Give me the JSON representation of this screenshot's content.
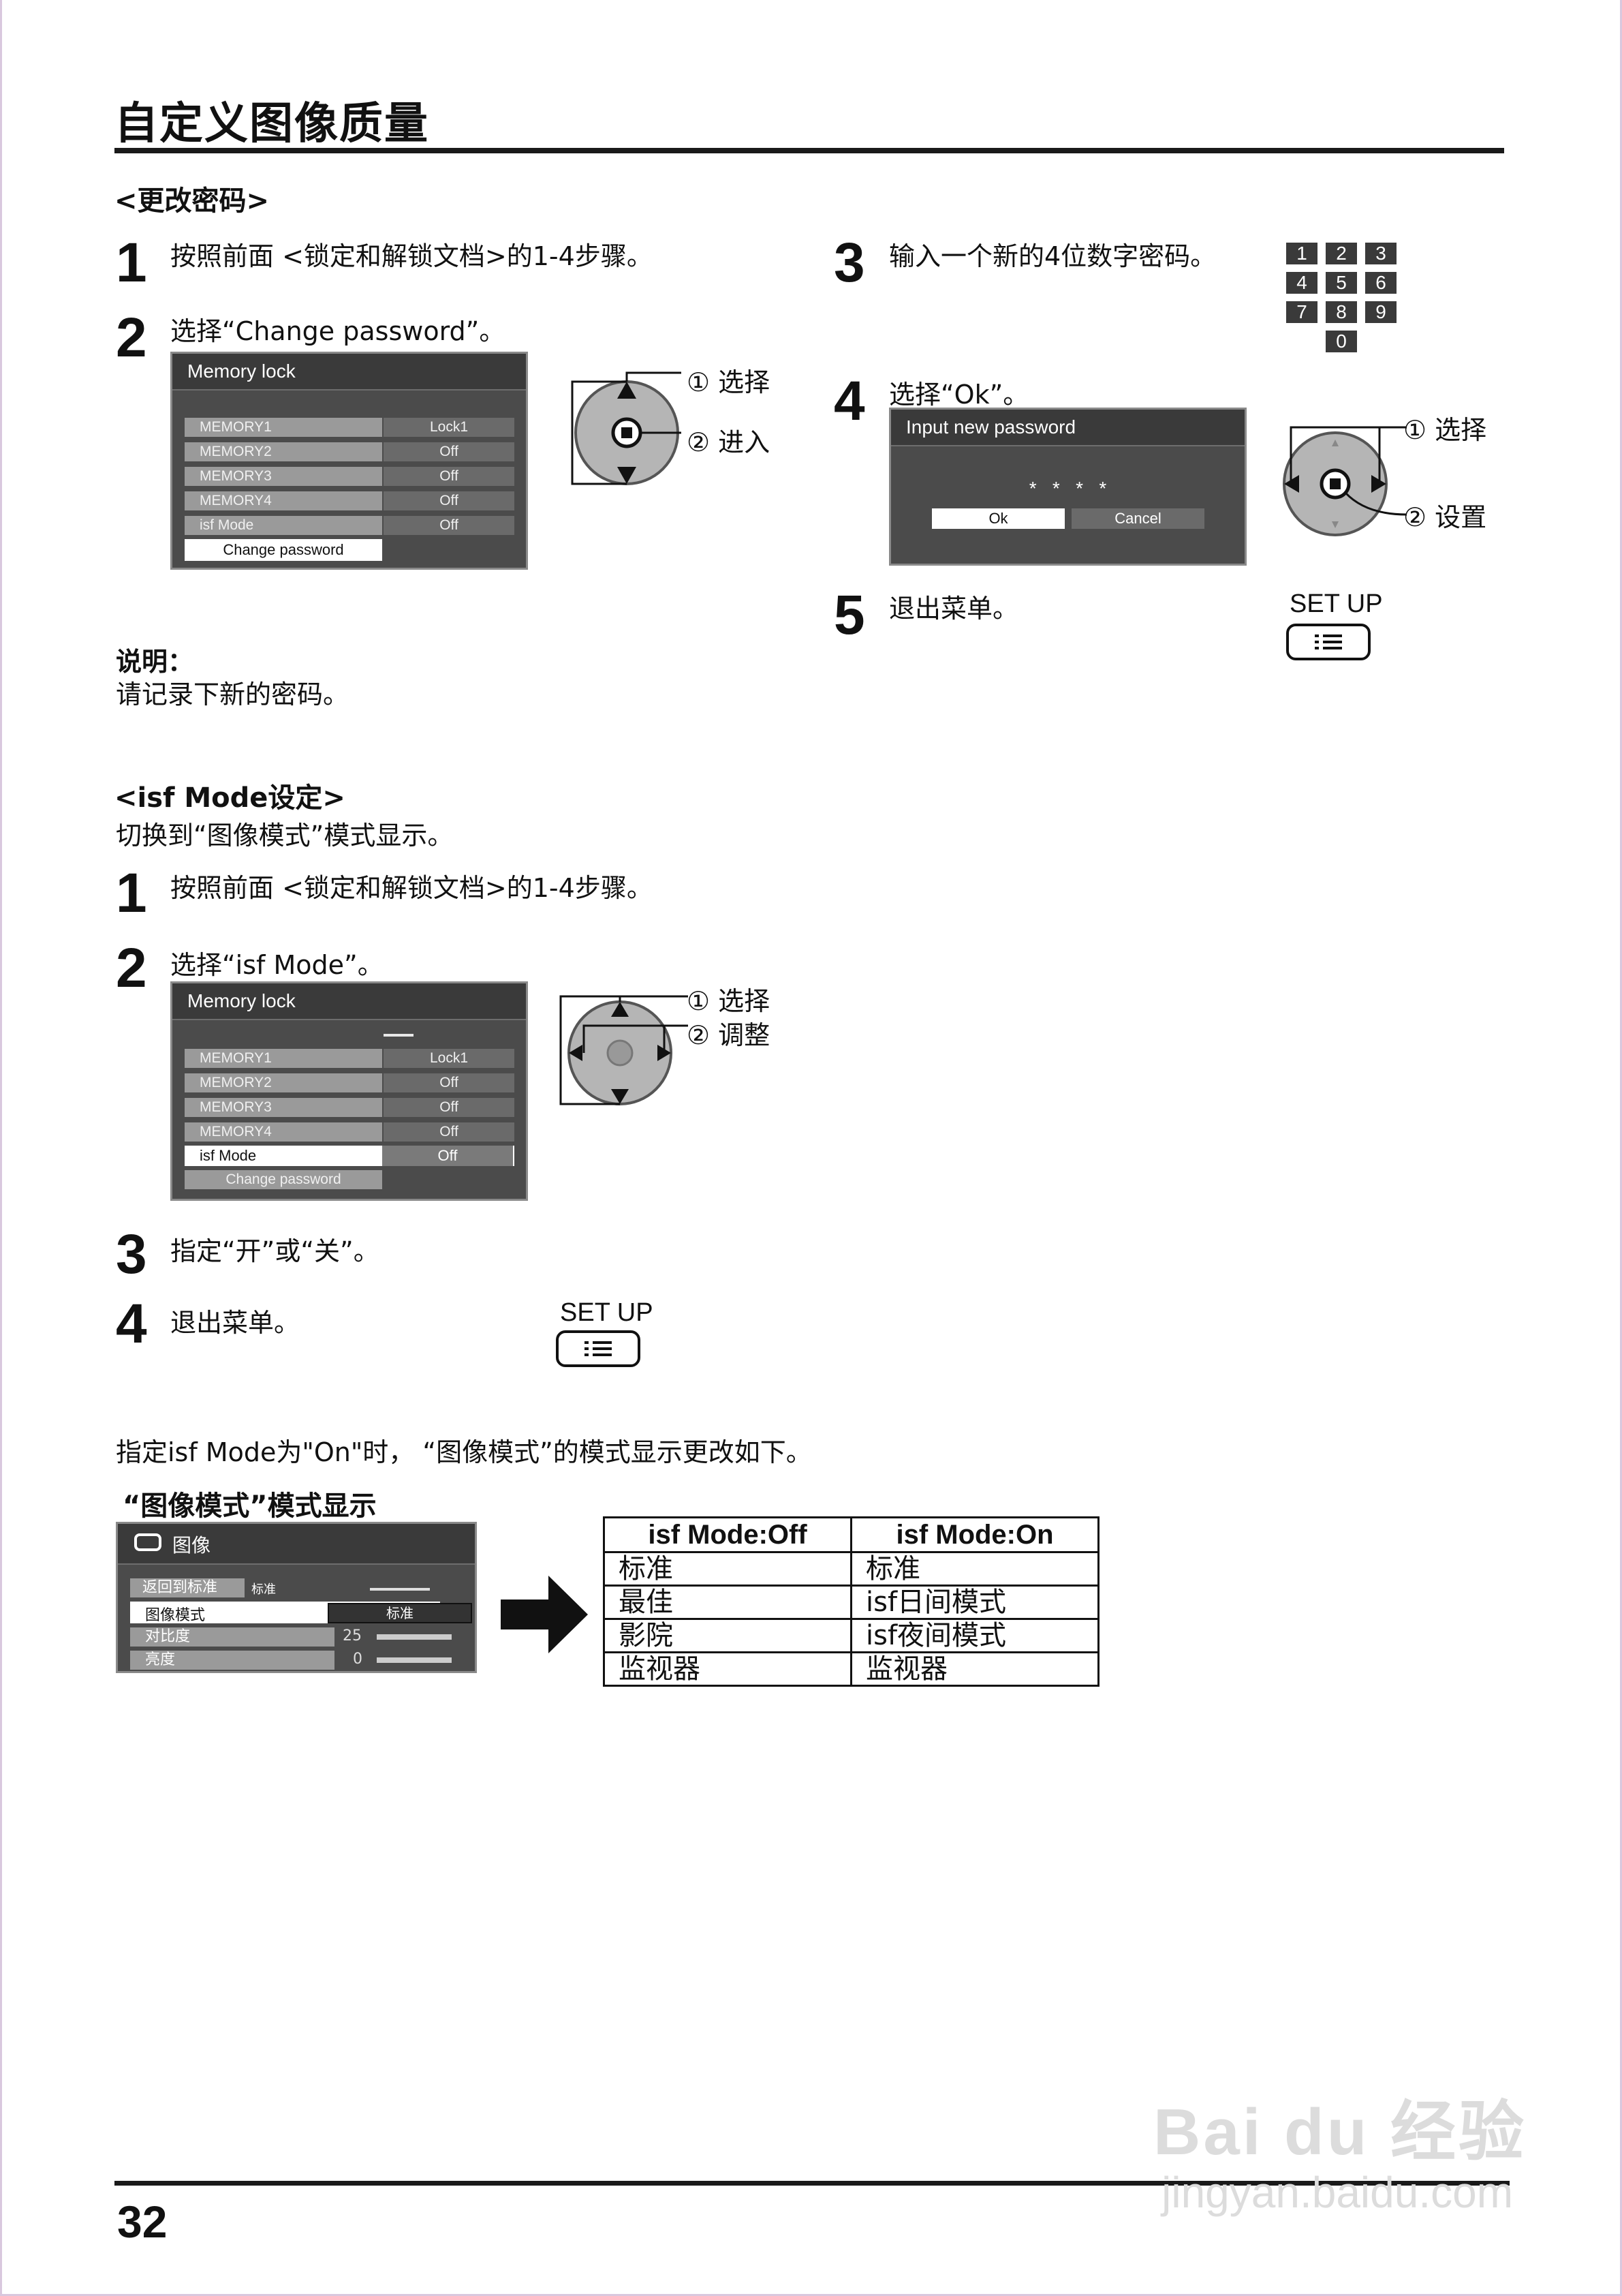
{
  "page": {
    "title": "自定义图像质量",
    "page_number": "32",
    "watermark_brand": "Bai du 经验",
    "watermark_url": "jingyan.baidu.com"
  },
  "change_password": {
    "heading": "<更改密码>",
    "step1_num": "1",
    "step1_text": "按照前面 <锁定和解锁文档>的1-4步骤。",
    "step2_num": "2",
    "step2_text": "选择“Change password”。",
    "step3_num": "3",
    "step3_text": "输入一个新的4位数字密码。",
    "step4_num": "4",
    "step4_text": "选择“Ok”。",
    "step5_num": "5",
    "step5_text": "退出菜单。",
    "remote1_label1": "① 选择",
    "remote1_label2": "② 进入",
    "remote2_label1": "① 选择",
    "remote2_label2": "② 设置",
    "note_title": "说明：",
    "note_text": "请记录下新的密码。",
    "setup_label": "SET UP",
    "keypad": [
      "1",
      "2",
      "3",
      "4",
      "5",
      "6",
      "7",
      "8",
      "9",
      "0"
    ],
    "menu": {
      "title": "Memory lock",
      "rows": [
        {
          "name": "MEMORY1",
          "value": "Lock1"
        },
        {
          "name": "MEMORY2",
          "value": "Off"
        },
        {
          "name": "MEMORY3",
          "value": "Off"
        },
        {
          "name": "MEMORY4",
          "value": "Off"
        },
        {
          "name": "isf Mode",
          "value": "Off"
        }
      ],
      "selected": "Change password"
    },
    "password_dialog": {
      "title": "Input new password",
      "masked": "*   *   *   *",
      "ok": "Ok",
      "cancel": "Cancel"
    }
  },
  "isf_mode": {
    "heading": "<isf Mode设定>",
    "intro": "切换到“图像模式”模式显示。",
    "step1_num": "1",
    "step1_text": "按照前面 <锁定和解锁文档>的1-4步骤。",
    "step2_num": "2",
    "step2_text": "选择“isf Mode”。",
    "step3_num": "3",
    "step3_text": "指定“开”或“关”。",
    "step4_num": "4",
    "step4_text": "退出菜单。",
    "remote_label1": "① 选择",
    "remote_label2": "② 调整",
    "setup_label": "SET UP",
    "menu": {
      "title": "Memory lock",
      "rows": [
        {
          "name": "MEMORY1",
          "value": "Lock1"
        },
        {
          "name": "MEMORY2",
          "value": "Off"
        },
        {
          "name": "MEMORY3",
          "value": "Off"
        },
        {
          "name": "MEMORY4",
          "value": "Off"
        }
      ],
      "selected_name": "isf Mode",
      "selected_value": "Off",
      "last_row": "Change password"
    },
    "mode_note": "指定isf Mode为\"On\"时， “图像模式”的模式显示更改如下。",
    "mode_display_title": "“图像模式”模式显示",
    "picture_menu": {
      "title": "图像",
      "reset": "返回到标准",
      "reset_value": "标准",
      "picture_mode": "图像模式",
      "picture_mode_value": "标准",
      "contrast": "对比度",
      "contrast_value": "25",
      "brightness": "亮度",
      "brightness_value": "0"
    },
    "mode_table": {
      "headers": [
        "isf Mode:Off",
        "isf Mode:On"
      ],
      "rows": [
        [
          "标准",
          "标准"
        ],
        [
          "最佳",
          "isf日间模式"
        ],
        [
          "影院",
          "isf夜间模式"
        ],
        [
          "监视器",
          "监视器"
        ]
      ]
    }
  }
}
